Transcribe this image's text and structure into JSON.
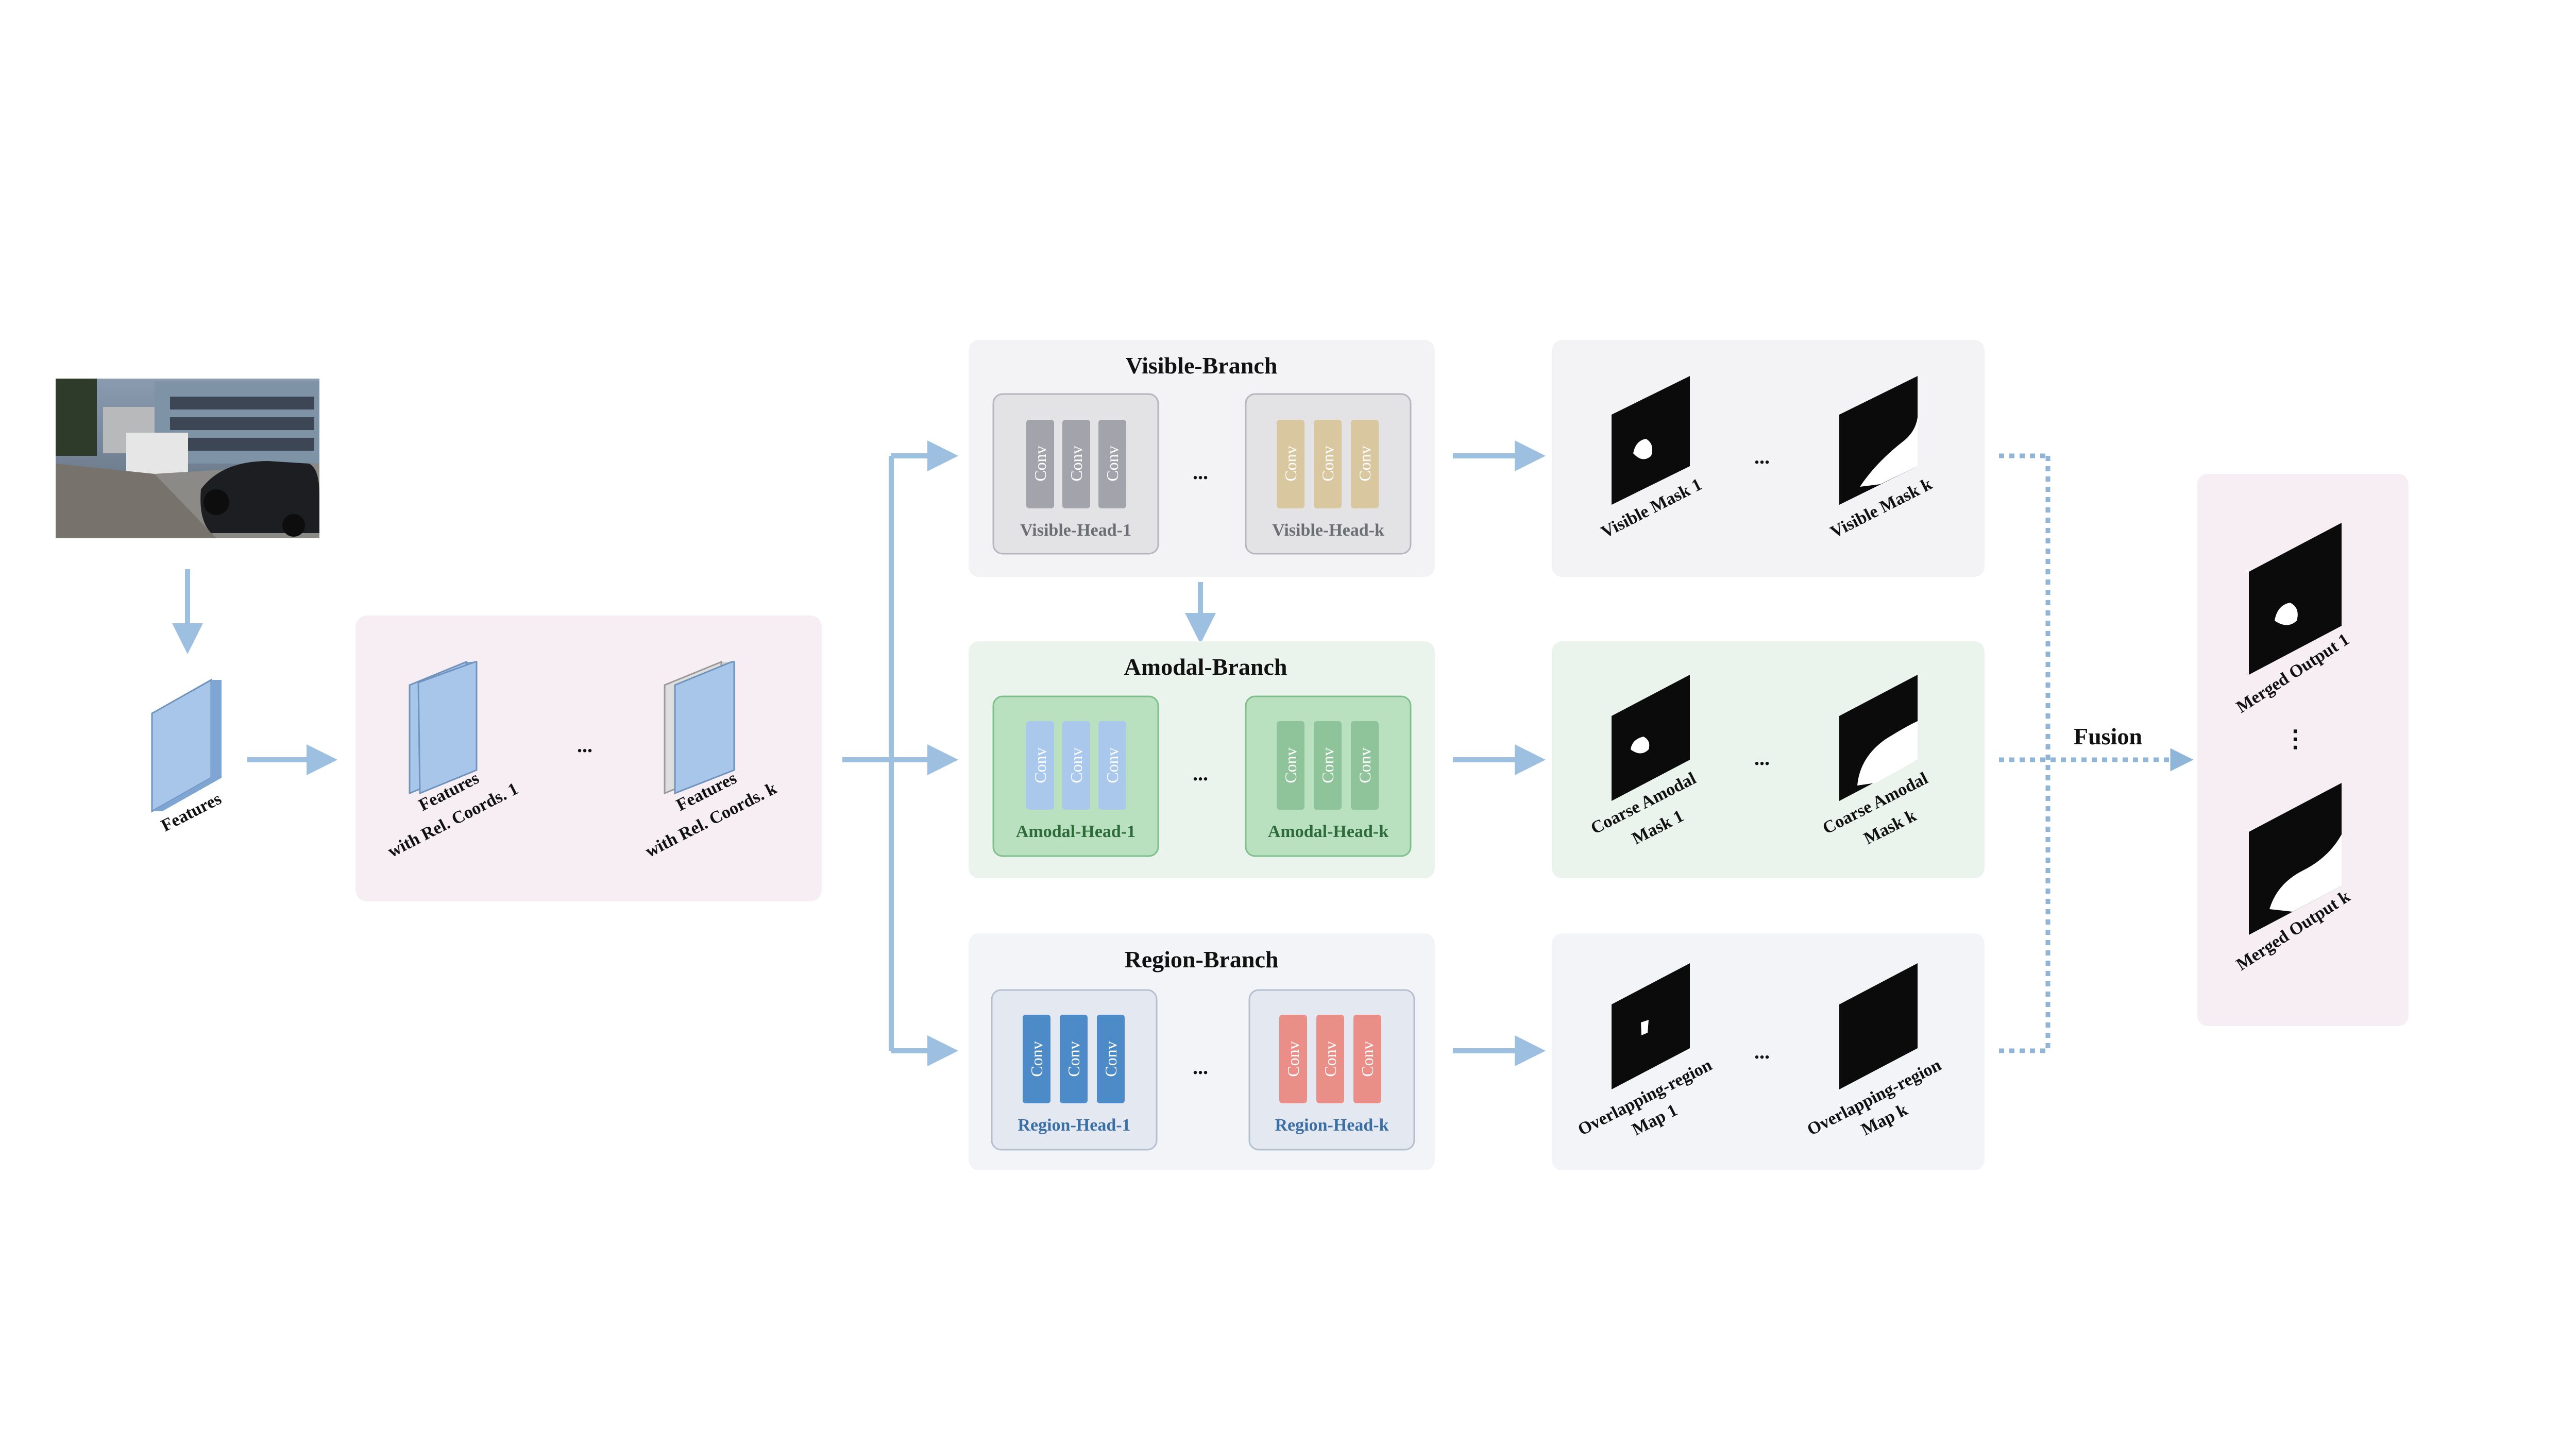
{
  "colors": {
    "arrow": "#9dbfe0",
    "visible_panel_bg": "#f3f3f5",
    "amodal_panel_bg": "#eaf3ec",
    "region_panel_bg": "#f3f4f7",
    "features_panel_bg": "#f6eef2",
    "merged_panel_bg": "#f6eef2",
    "visible_head1_conv": "#a3a4ab",
    "visible_headk_conv": "#d9c79f",
    "amodal_head1_conv": "#a9c8ec",
    "amodal_headk_conv": "#8fc39a",
    "region_head1_conv": "#4d8ac8",
    "region_headk_conv": "#ea8f88",
    "amodal_head_bg": "#b9e0bf",
    "feature_block": "#a7c6ea"
  },
  "input": {
    "features_label": "Features"
  },
  "features_panel": {
    "item1_line1": "Features",
    "item1_line2": "with Rel. Coords. 1",
    "itemk_line1": "Features",
    "itemk_line2": "with Rel. Coords. k",
    "ellipsis": "..."
  },
  "branches": {
    "visible": {
      "title": "Visible-Branch",
      "head1_label": "Visible-Head-1",
      "headk_label": "Visible-Head-k",
      "conv_label": "Conv",
      "ellipsis": "..."
    },
    "amodal": {
      "title": "Amodal-Branch",
      "head1_label": "Amodal-Head-1",
      "headk_label": "Amodal-Head-k",
      "conv_label": "Conv",
      "ellipsis": "..."
    },
    "region": {
      "title": "Region-Branch",
      "head1_label": "Region-Head-1",
      "headk_label": "Region-Head-k",
      "conv_label": "Conv",
      "ellipsis": "..."
    }
  },
  "outputs": {
    "visible": {
      "mask1": "Visible Mask 1",
      "maskk": "Visible Mask k",
      "ellipsis": "..."
    },
    "amodal": {
      "mask1_line1": "Coarse Amodal",
      "mask1_line2": "Mask 1",
      "maskk_line1": "Coarse Amodal",
      "maskk_line2": "Mask k",
      "ellipsis": "..."
    },
    "region": {
      "map1_line1": "Overlapping-region",
      "map1_line2": "Map 1",
      "mapk_line1": "Overlapping-region",
      "mapk_line2": "Map k",
      "ellipsis": "..."
    }
  },
  "fusion": {
    "label": "Fusion"
  },
  "merged": {
    "output1": "Merged Output 1",
    "outputk": "Merged Output k",
    "ellipsis": "⋮"
  }
}
